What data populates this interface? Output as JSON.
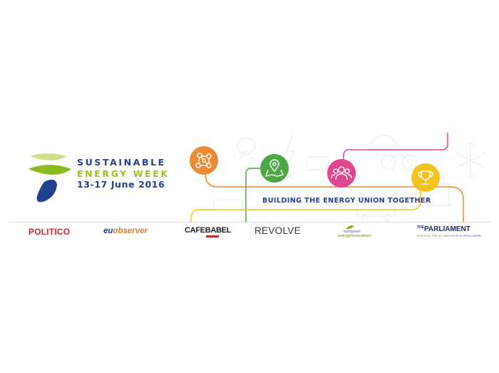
{
  "event": {
    "title_line1": "SUSTAINABLE",
    "title_line2": "ENERGY WEEK",
    "dates": "13-17 June 2016"
  },
  "tagline": "BUILDING THE ENERGY UNION TOGETHER",
  "icons": [
    {
      "name": "network-icon",
      "color": "#ee8a33"
    },
    {
      "name": "map-pin-icon",
      "color": "#4ca844"
    },
    {
      "name": "people-icon",
      "color": "#e0458f"
    },
    {
      "name": "trophy-icon",
      "color": "#f4c21f"
    }
  ],
  "line_colors": [
    "#ee8a33",
    "#4ca844",
    "#e0458f",
    "#f4c21f"
  ],
  "sponsors": {
    "politico": "POLITICO",
    "euobserver_a": "eu",
    "euobserver_b": "observer",
    "cafebabel": "CAFEBABEL",
    "revolve": "REVOLVE",
    "eei_line1": "european",
    "eei_line2": "energyinnovation",
    "parliament_the": "THE",
    "parliament_main": "PARLIAMENT",
    "parliament_sub": "POLITICS, POLICY AND PEOPLE",
    "parliament_mag": "MAGAZINE"
  }
}
